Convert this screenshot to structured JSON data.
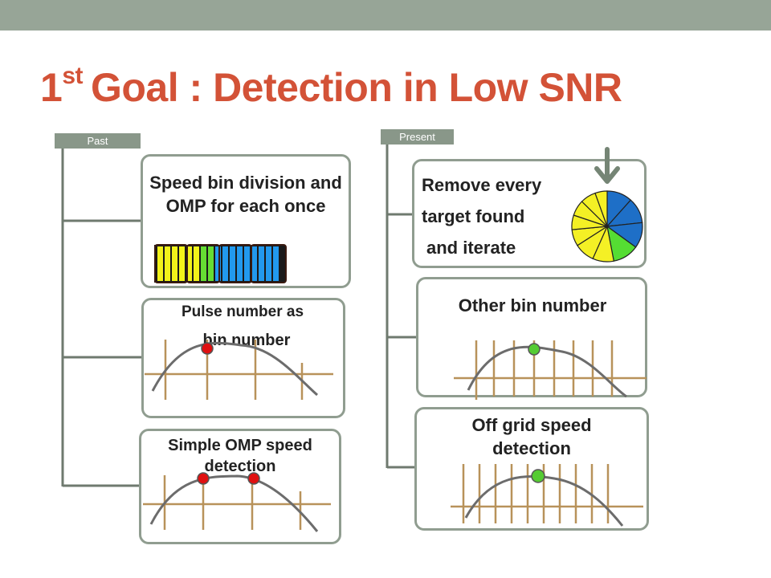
{
  "title": {
    "main": "1",
    "sup": "st",
    "rest": "Goal : Detection in Low SNR"
  },
  "columns": {
    "past": {
      "tag": "Past",
      "items": [
        {
          "label": "Speed bin division and OMP for each once"
        },
        {
          "label_line1": "Pulse number as",
          "label_line2": "bin number"
        },
        {
          "label": "Simple OMP speed detection"
        }
      ]
    },
    "present": {
      "tag": "Present",
      "items": [
        {
          "label_lines": [
            "Remove every",
            "target found",
            "and iterate"
          ]
        },
        {
          "label": "Other bin number"
        },
        {
          "label": "Off grid speed detection"
        }
      ]
    }
  },
  "colors": {
    "title": "#d35237",
    "topbar": "#97a597",
    "tag": "#899789",
    "box_border": "#909d90",
    "timeline": "#6f7a6f",
    "grid": "#b8925a",
    "curve": "#6c6c6c",
    "red_dot": "#e01010",
    "green_dot": "#55cc33",
    "bin_yellow": "#f2f21a",
    "bin_green": "#66dd33",
    "bin_blue": "#2299ee",
    "pie_yellow": "#f4f025",
    "pie_blue": "#1e6fc7",
    "pie_green": "#55dd33",
    "arrow": "#758575"
  }
}
